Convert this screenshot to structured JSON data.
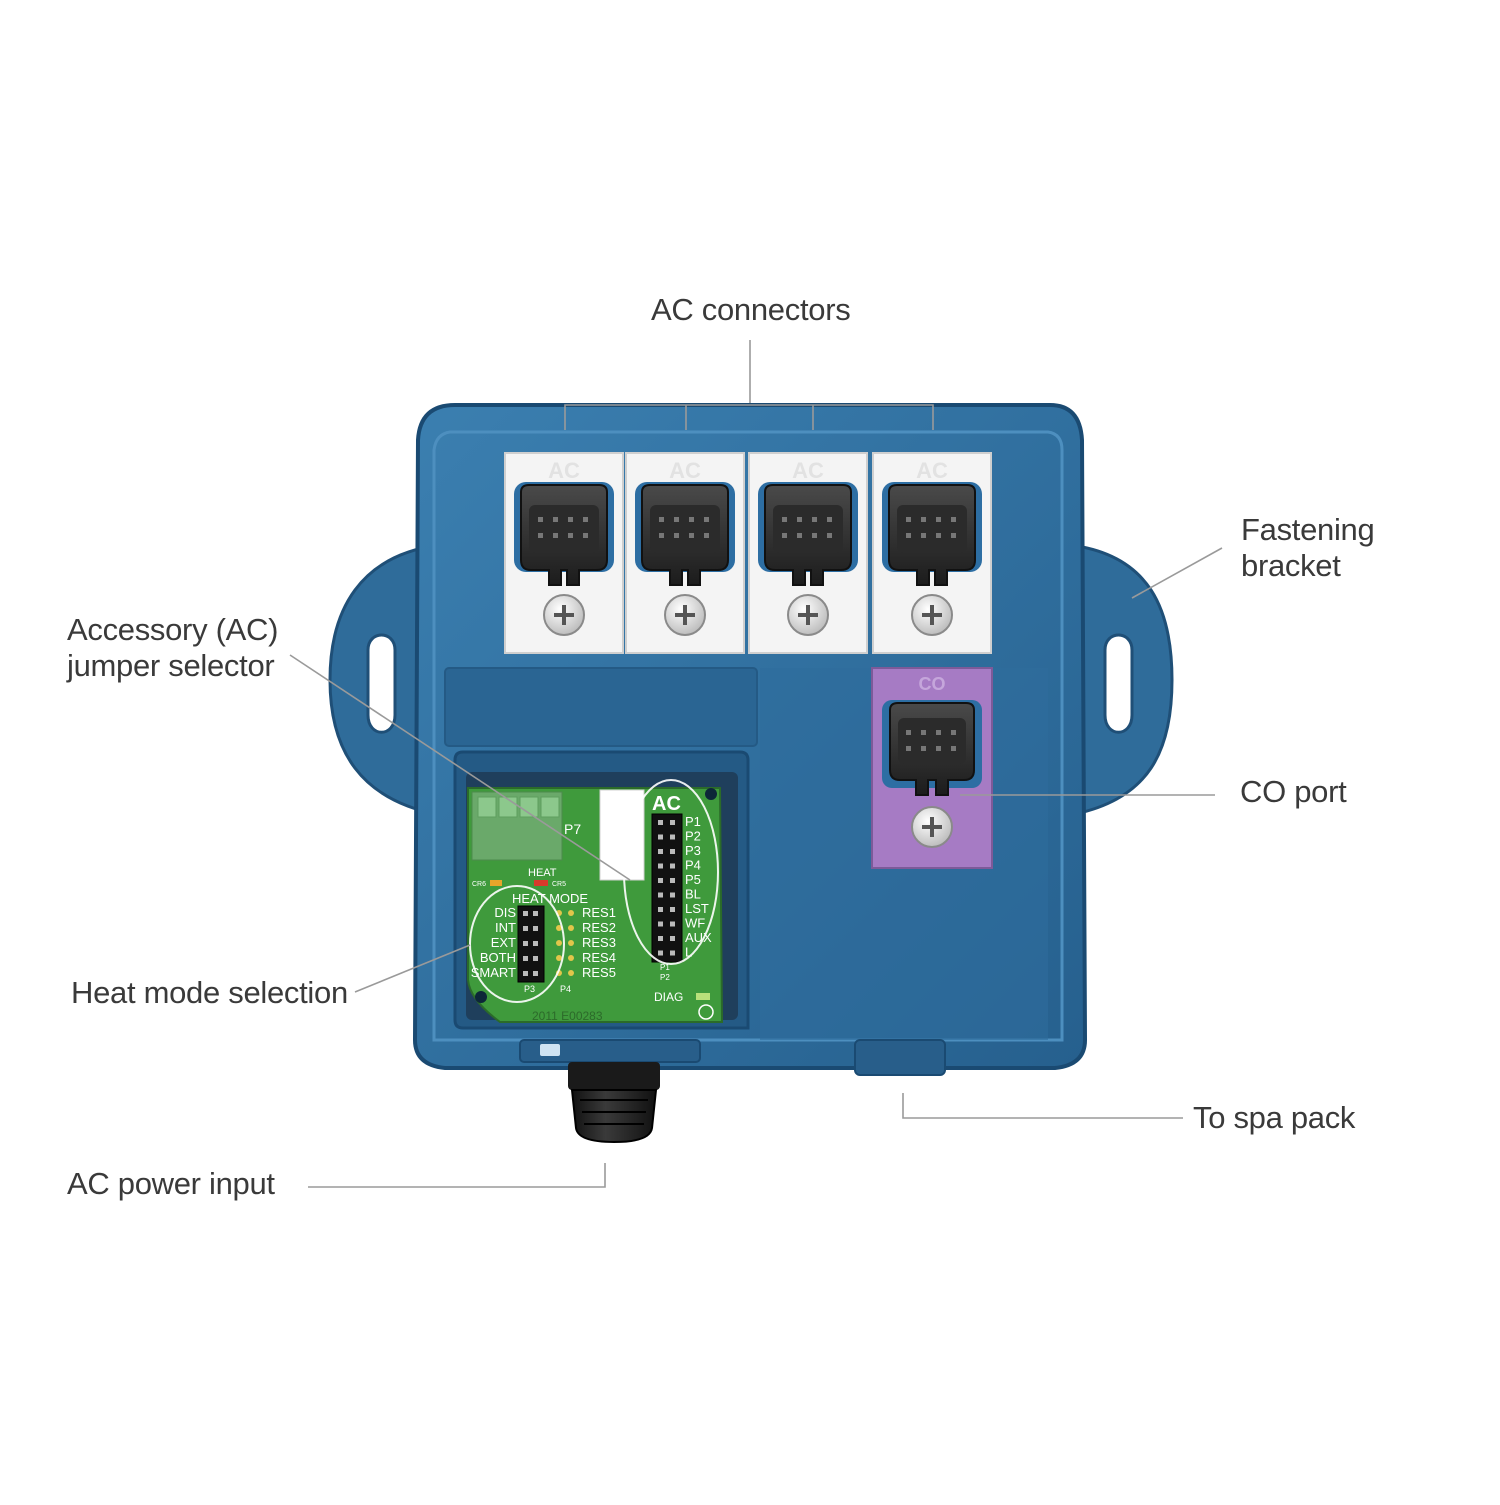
{
  "callouts": {
    "ac_connectors": "AC connectors",
    "fastening_bracket_line1": "Fastening",
    "fastening_bracket_line2": "bracket",
    "accessory_line1": "Accessory (AC)",
    "accessory_line2": "jumper selector",
    "co_port": "CO port",
    "heat_mode": "Heat mode selection",
    "to_spa_pack": "To spa pack",
    "ac_power_input": "AC power input"
  },
  "device": {
    "connector_label": "AC",
    "co_label": "CO",
    "board": {
      "p7": "P7",
      "heat_led": "HEAT",
      "cr6": "CR6",
      "cr5": "CR5",
      "heat_mode_header": "HEAT MODE",
      "heat_modes": [
        "DIS",
        "INT",
        "EXT",
        "BOTH",
        "SMART"
      ],
      "res_labels": [
        "RES1",
        "RES2",
        "RES3",
        "RES4",
        "RES5"
      ],
      "p3": "P3",
      "p4": "P4",
      "ac_header": "AC",
      "ac_pins": [
        "P1",
        "P2",
        "P3",
        "P4",
        "P5",
        "BL",
        "LST",
        "WF",
        "AUX",
        "L"
      ],
      "p1_small": "P1",
      "p2_small": "P2",
      "diag": "DIAG",
      "board_number": "2011 E00283"
    }
  },
  "colors": {
    "enclosure": "#2e6b99",
    "enclosure_dark": "#1f4f77",
    "panel_white": "#f4f4f4",
    "co_panel": "#a67bc4",
    "pcb_green": "#3f9a3c",
    "leader_line": "#9a9a9a"
  }
}
